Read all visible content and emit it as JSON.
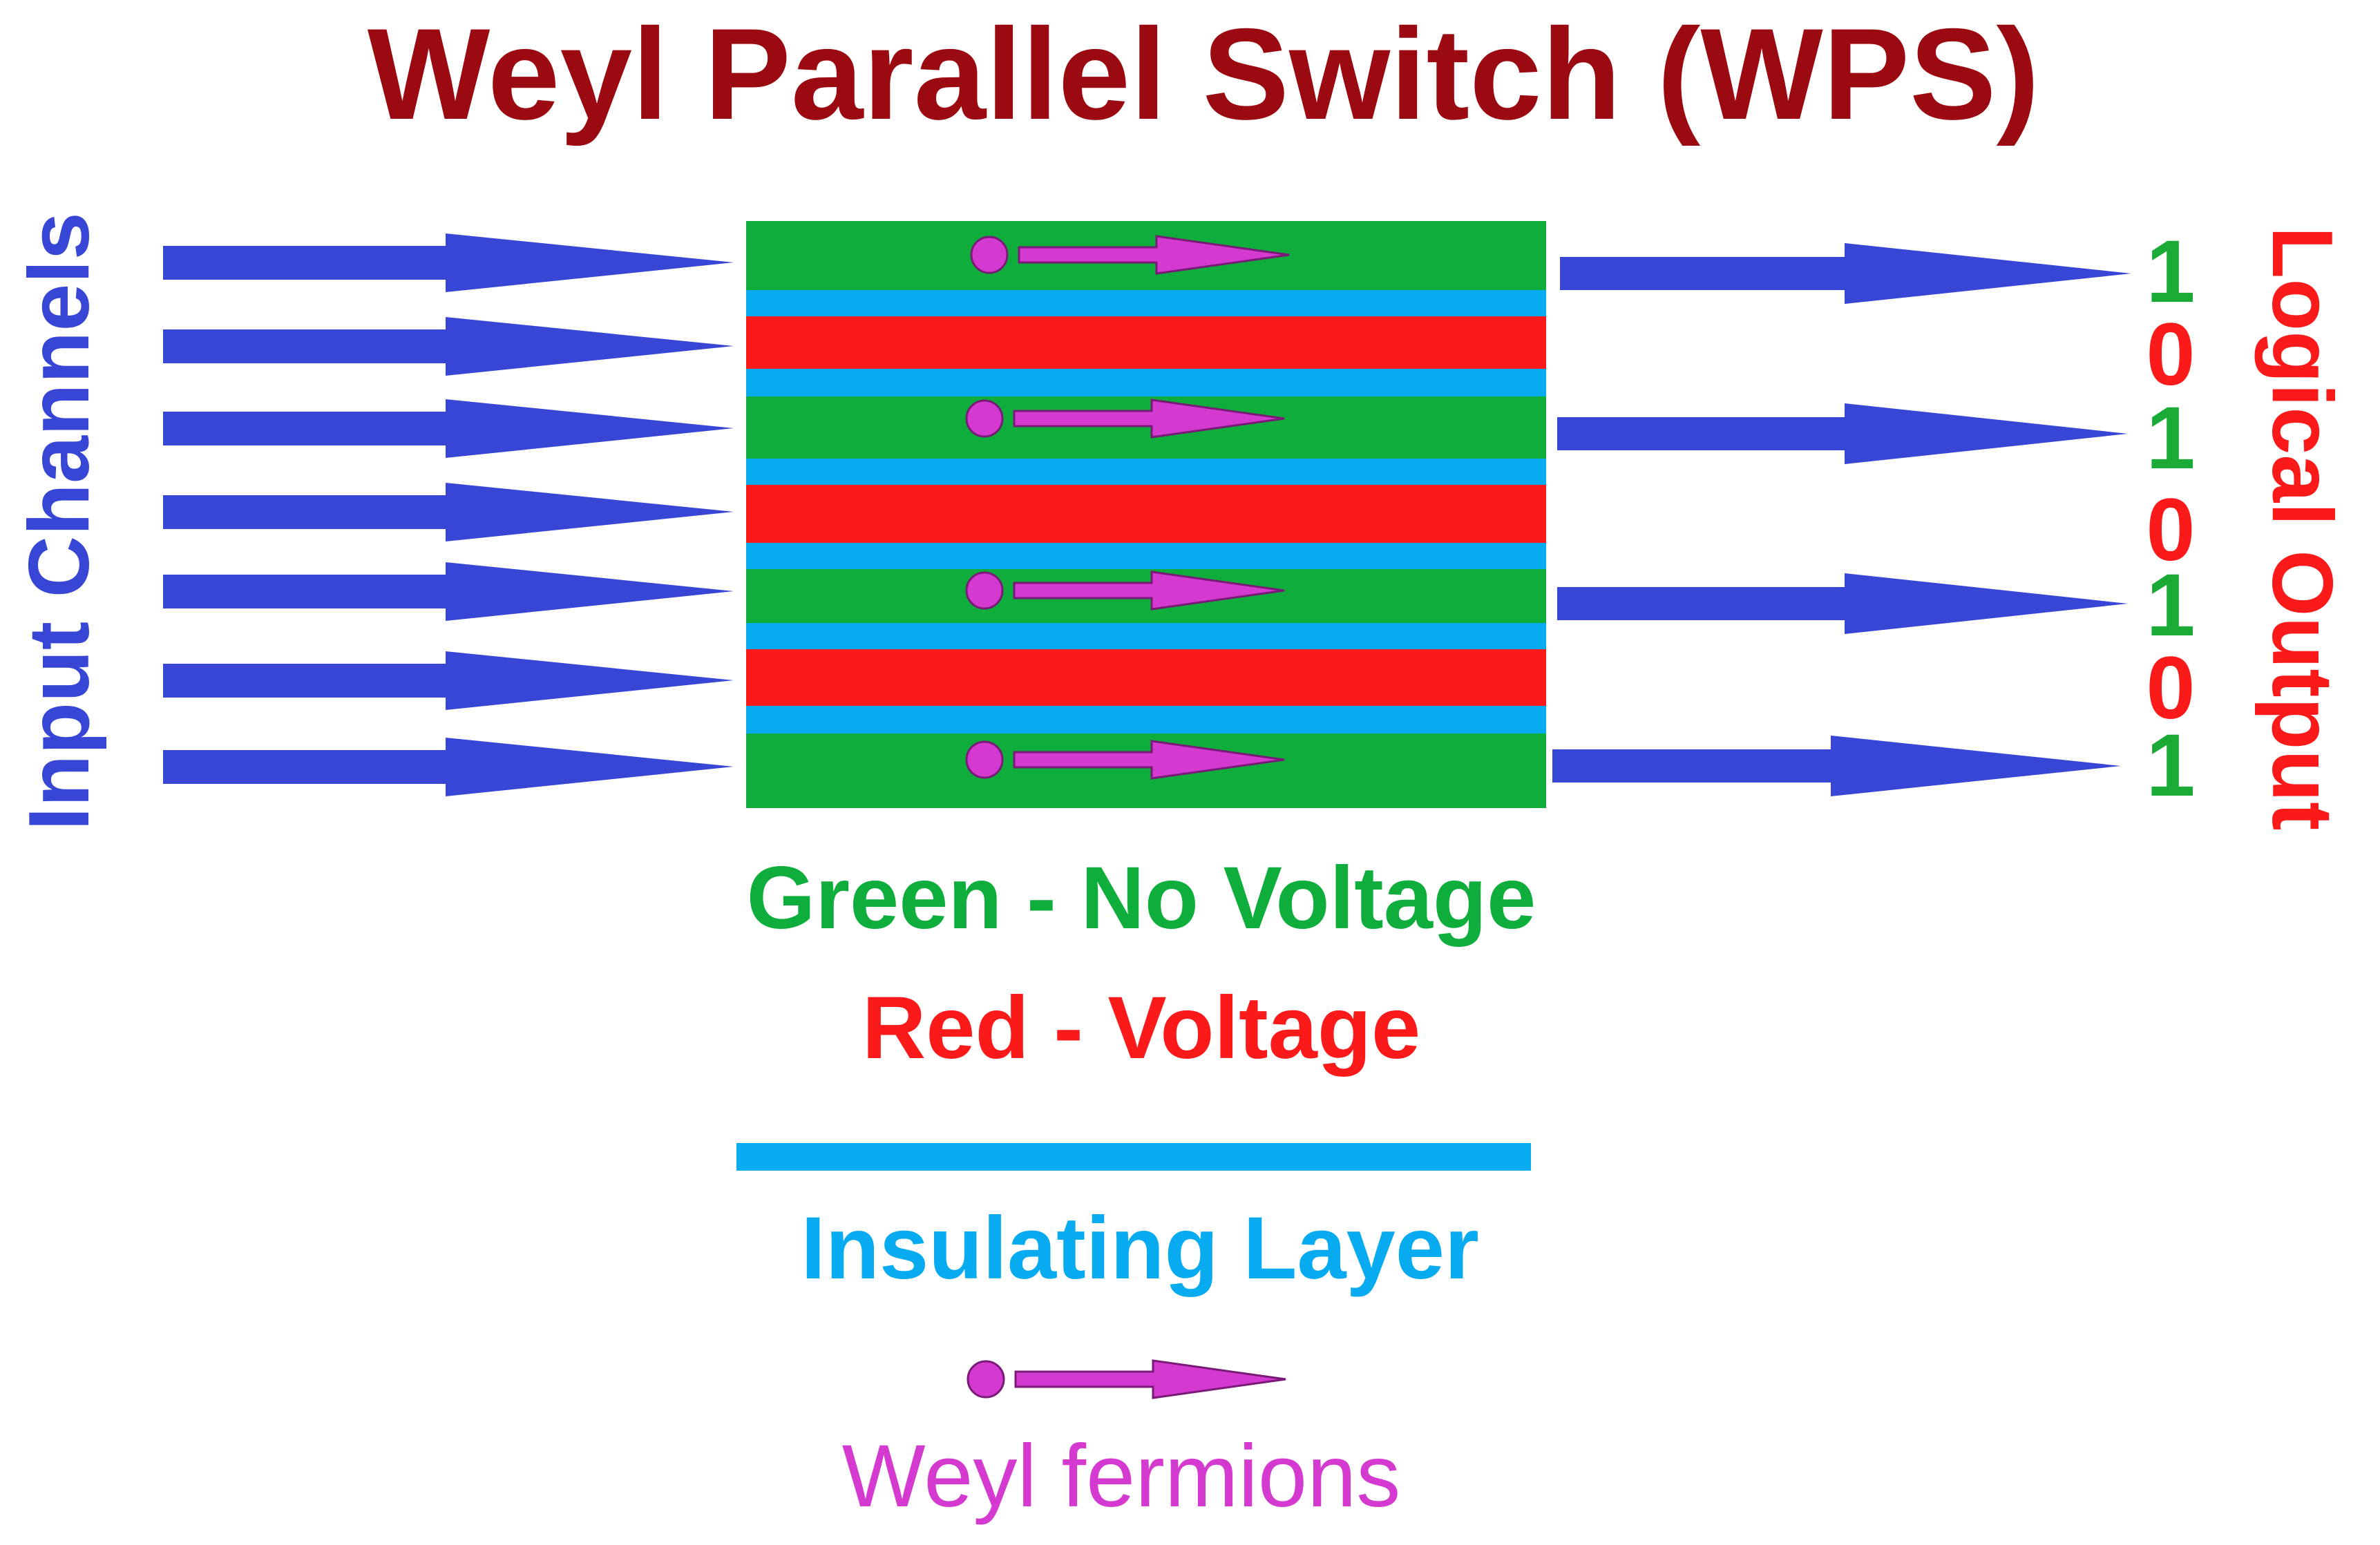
{
  "title": "Weyl Parallel Switch (WPS)",
  "side_labels": {
    "input": "Input Channels",
    "output": "Logical Output"
  },
  "output_bits": [
    "1",
    "0",
    "1",
    "0",
    "1",
    "0",
    "1"
  ],
  "legend": {
    "green": "Green - No Voltage",
    "red": "Red - Voltage",
    "insulating": "Insulating Layer",
    "fermions": "Weyl fermions"
  },
  "colors": {
    "title": "#9b0a10",
    "arrow_blue": "#3846d6",
    "green_layer": "#0fae3c",
    "red_layer": "#fb1a1a",
    "insulator": "#08aaf0",
    "fermion": "#d43ad0",
    "bit_one": "#1aaa36",
    "bit_zero": "#fb1a1a"
  },
  "icons": {
    "input_arrow": "right-arrow-icon",
    "output_arrow": "right-arrow-icon",
    "fermion": "fermion-arrow-icon"
  }
}
